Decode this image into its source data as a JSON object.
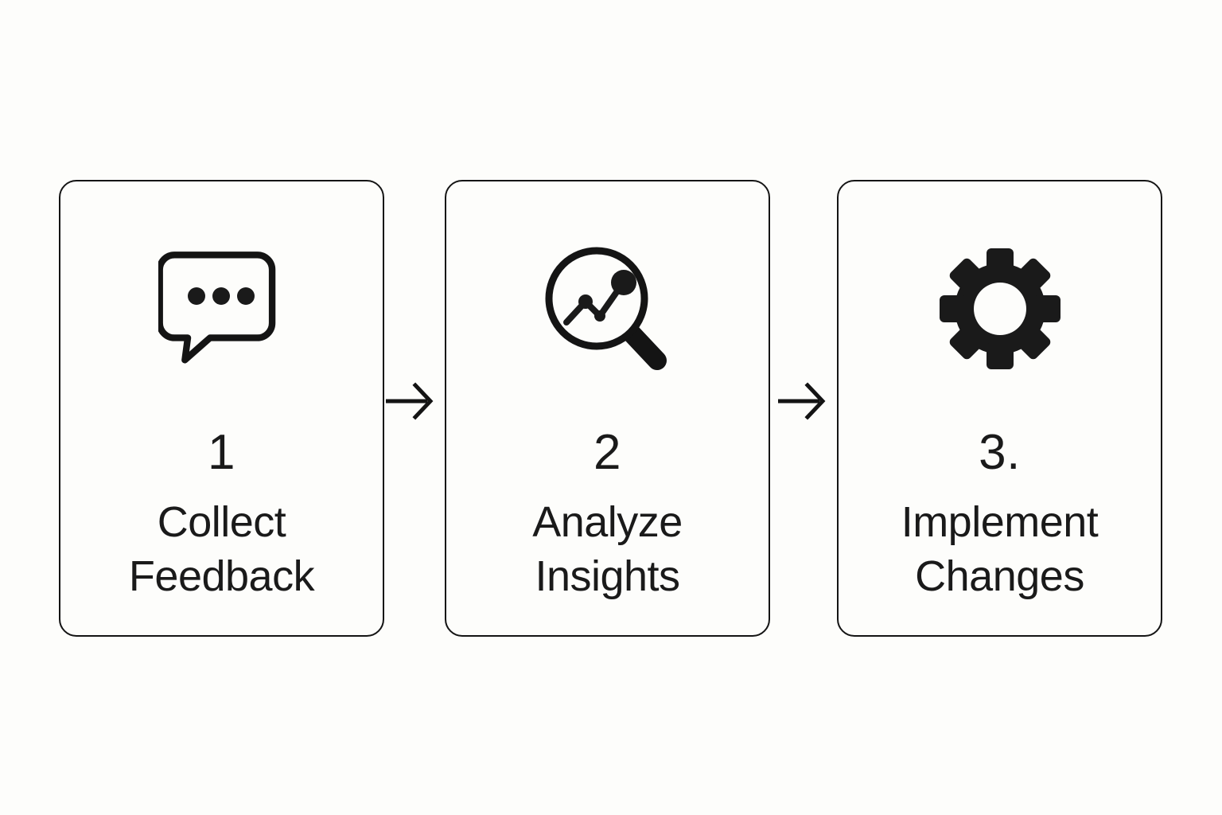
{
  "theme": {
    "background": "#fdfdfb",
    "stroke": "#141414",
    "text": "#1a1a1a"
  },
  "diagram": {
    "type": "process-flow",
    "orientation": "horizontal",
    "step_count": 3,
    "connector": "arrow-right"
  },
  "steps": [
    {
      "number": "1",
      "label": "Collect\nFeedback",
      "icon": "speech-bubble-dots-icon"
    },
    {
      "number": "2",
      "label": "Analyze\nInsights",
      "icon": "magnifying-glass-trend-icon"
    },
    {
      "number": "3.",
      "label": "Implement\nChanges",
      "icon": "gear-icon"
    }
  ],
  "connectors": [
    {
      "name": "arrow-right-icon",
      "from": "step-1",
      "to": "step-2"
    },
    {
      "name": "arrow-right-icon",
      "from": "step-2",
      "to": "step-3"
    }
  ]
}
